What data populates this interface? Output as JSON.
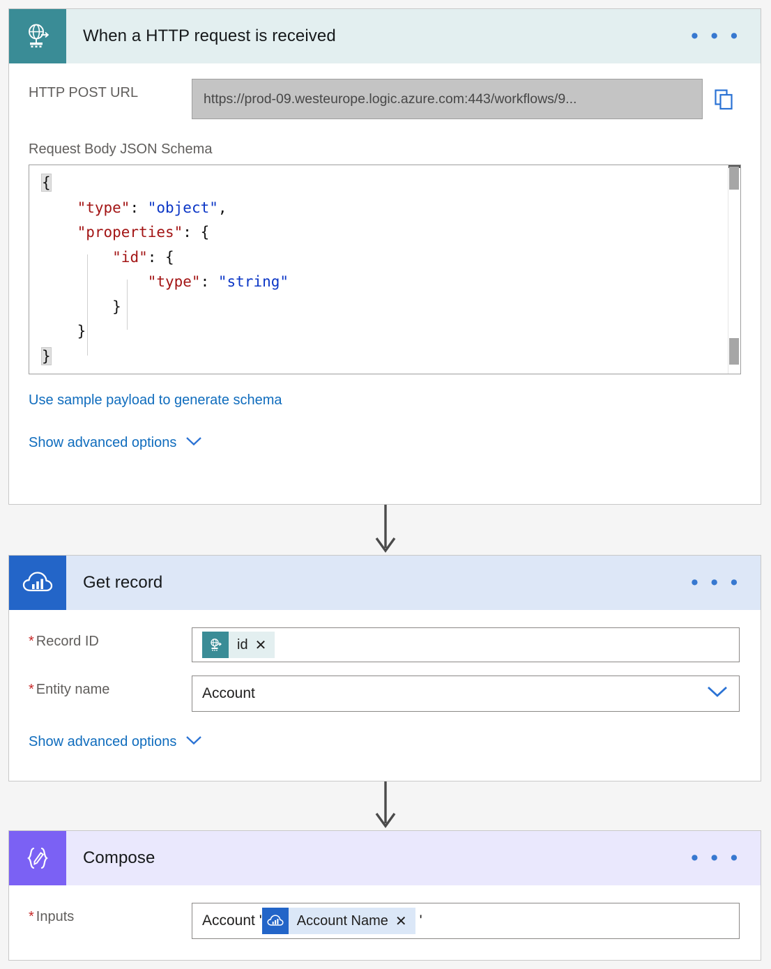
{
  "cards": [
    {
      "id": "http-trigger",
      "title": "When a HTTP request is received",
      "icon": "globe-http-icon",
      "menu": "• • •",
      "fields": {
        "url_label": "HTTP POST URL",
        "url_value": "https://prod-09.westeurope.logic.azure.com:443/workflows/9...",
        "copy_icon": "copy-icon",
        "schema_label": "Request Body JSON Schema"
      },
      "schema_lines": [
        [
          {
            "t": "{",
            "c": "brace"
          }
        ],
        [
          {
            "t": "    ",
            "c": "p"
          },
          {
            "t": "\"type\"",
            "c": "k"
          },
          {
            "t": ": ",
            "c": "p"
          },
          {
            "t": "\"object\"",
            "c": "v"
          },
          {
            "t": ",",
            "c": "p"
          }
        ],
        [
          {
            "t": "    ",
            "c": "p"
          },
          {
            "t": "\"properties\"",
            "c": "k"
          },
          {
            "t": ": {",
            "c": "p"
          }
        ],
        [
          {
            "t": "        ",
            "c": "p"
          },
          {
            "t": "\"id\"",
            "c": "k"
          },
          {
            "t": ": {",
            "c": "p"
          }
        ],
        [
          {
            "t": "            ",
            "c": "p"
          },
          {
            "t": "\"type\"",
            "c": "k"
          },
          {
            "t": ": ",
            "c": "p"
          },
          {
            "t": "\"string\"",
            "c": "v"
          }
        ],
        [
          {
            "t": "        }",
            "c": "p"
          }
        ],
        [
          {
            "t": "    }",
            "c": "p"
          }
        ],
        [
          {
            "t": "}",
            "c": "brace"
          }
        ]
      ],
      "links": {
        "sample_payload": "Use sample payload to generate schema",
        "advanced": "Show advanced options"
      }
    },
    {
      "id": "get-record",
      "title": "Get record",
      "icon": "cloud-chart-icon",
      "menu": "• • •",
      "fields": {
        "record_id_label": "Record ID",
        "record_id_token": "id",
        "record_id_token_icon": "globe-http-icon",
        "record_id_token_remove": "✕",
        "entity_label": "Entity name",
        "entity_value": "Account",
        "entity_chevron": "chevron-down-icon"
      },
      "links": {
        "advanced": "Show advanced options"
      }
    },
    {
      "id": "compose",
      "title": "Compose",
      "icon": "compose-braces-icon",
      "menu": "• • •",
      "fields": {
        "inputs_label": "Inputs",
        "inputs_prefix": "Account '",
        "inputs_token": "Account Name",
        "inputs_token_icon": "cloud-chart-icon",
        "inputs_token_remove": "✕",
        "inputs_suffix": "'"
      }
    }
  ],
  "colors": {
    "http_accent": "#3a8c96",
    "http_header": "#e3eff0",
    "record_accent": "#2365c8",
    "record_header": "#dde7f7",
    "compose_accent": "#7b61f4",
    "compose_header": "#eae8fd",
    "link": "#0f6cbd",
    "required_star": "#c62828",
    "page_background": "#f5f5f5"
  },
  "connectors": [
    {
      "from": "http-trigger",
      "to": "get-record",
      "icon": "down-arrow-icon"
    },
    {
      "from": "get-record",
      "to": "compose",
      "icon": "down-arrow-icon"
    }
  ]
}
